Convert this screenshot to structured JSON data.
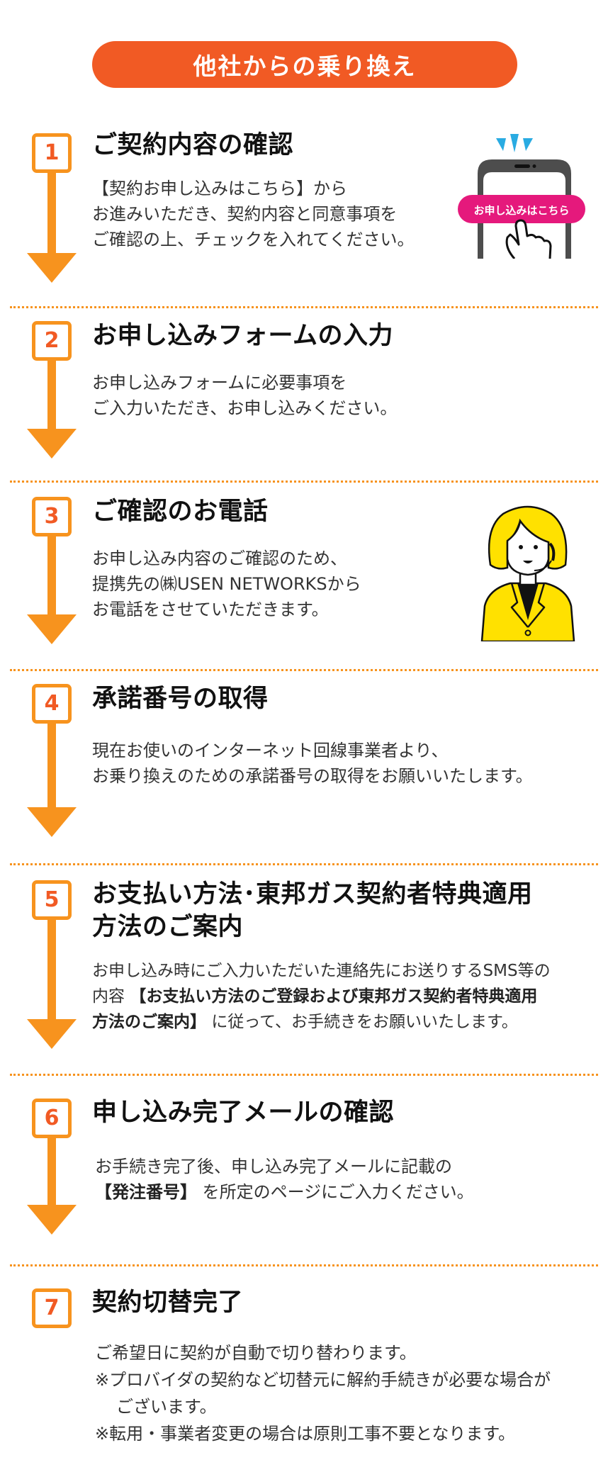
{
  "header": {
    "title": "他社からの乗り換え"
  },
  "colors": {
    "accent": "#f15a24",
    "arrow": "#f7931e",
    "cta_pink": "#e5197c",
    "phone_gray": "#4d4d4d",
    "sparkle_blue": "#29abe2",
    "operator_yellow": "#ffe100"
  },
  "steps": [
    {
      "number": "1",
      "title": "ご契約内容の確認",
      "body": [
        "【契約お申し込みはこちら】から",
        "お進みいただき、契約内容と同意事項を",
        "ご確認の上、チェックを入れてください。"
      ],
      "illustration": {
        "icon": "phone-tap-icon",
        "button_label": "お申し込みはこちら"
      }
    },
    {
      "number": "2",
      "title": "お申し込みフォームの入力",
      "body": [
        "お申し込みフォームに必要事項を",
        "ご入力いただき、お申し込みください。"
      ]
    },
    {
      "number": "3",
      "title": "ご確認のお電話",
      "body": [
        "お申し込み内容のご確認のため、",
        "提携先の㈱USEN NETWORKSから",
        "お電話をさせていただきます。"
      ],
      "illustration": {
        "icon": "operator-headset-icon"
      }
    },
    {
      "number": "4",
      "title": "承諾番号の取得",
      "body": [
        "現在お使いのインターネット回線事業者より、",
        "お乗り換えのための承諾番号の取得をお願いいたします。"
      ]
    },
    {
      "number": "5",
      "title_lines": [
        "お支払い方法･東邦ガス契約者特典適用",
        "方法のご案内"
      ],
      "body_parts": {
        "line1": "お申し込み時にご入力いただいた連絡先にお送りするSMS等の",
        "line2_prefix": "内容",
        "line2_bold": "【お支払い方法のご登録および東邦ガス契約者特典適用",
        "line3_bold": "方法のご案内】",
        "line3_suffix": "に従って、お手続きをお願いいたします。"
      }
    },
    {
      "number": "6",
      "title": "申し込み完了メールの確認",
      "body_parts": {
        "line1": "お手続き完了後、申し込み完了メールに記載の",
        "line2_bold": "【発注番号】",
        "line2_suffix": "を所定のページにご入力ください。"
      }
    },
    {
      "number": "7",
      "title": "契約切替完了",
      "body": "ご希望日に契約が自動で切り替わります。",
      "notes": [
        "※プロバイダの契約など切替元に解約手続きが必要な場合がございます。",
        "※転用・事業者変更の場合は原則工事不要となります。"
      ]
    }
  ]
}
